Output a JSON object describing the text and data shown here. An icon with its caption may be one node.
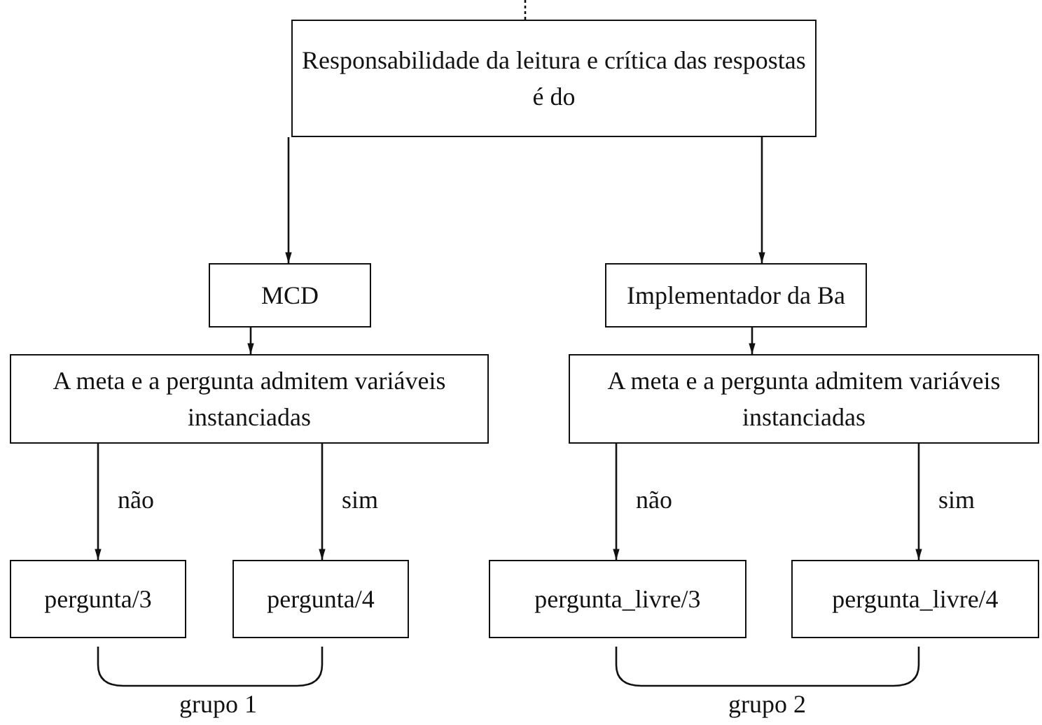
{
  "diagram": {
    "nodes": [
      {
        "text": [
          "Responsabilidade da leitura e crítica das respostas é do"
        ]
      },
      {
        "text": [
          "MCD"
        ]
      },
      {
        "text": [
          "Implementador da Ba"
        ]
      },
      {
        "text": [
          "A meta e a pergunta admitem variáveis instanciadas"
        ]
      },
      {
        "text": [
          "A meta e a pergunta admitem variáveis instanciadas"
        ]
      },
      {
        "text": [
          "pergunta/3"
        ]
      },
      {
        "text": [
          "pergunta/4"
        ]
      },
      {
        "text": [
          "pergunta_livre/3"
        ]
      },
      {
        "text": [
          "pergunta_livre/4"
        ]
      }
    ],
    "edges": [
      {
        "from": null,
        "to": 0,
        "arrow": "none",
        "style": "dashed"
      },
      {
        "from": 0,
        "to": 1,
        "arrow": "to"
      },
      {
        "from": 0,
        "to": 2,
        "arrow": "to"
      },
      {
        "from": 1,
        "to": 3,
        "arrow": "to"
      },
      {
        "from": 2,
        "to": 4,
        "arrow": "to"
      },
      {
        "from": 3,
        "to": 5,
        "arrow": "to",
        "label": "não"
      },
      {
        "from": 3,
        "to": 6,
        "arrow": "to",
        "label": "sim"
      },
      {
        "from": 4,
        "to": 7,
        "arrow": "to",
        "label": "não"
      },
      {
        "from": 4,
        "to": 8,
        "arrow": "to",
        "label": "sim"
      }
    ],
    "labels": [
      "grupo 1",
      "grupo 2"
    ]
  }
}
